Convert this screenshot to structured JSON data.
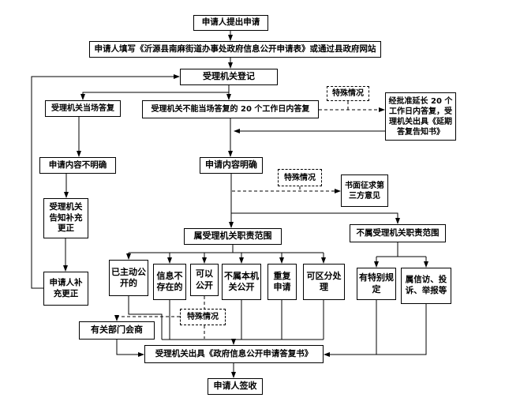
{
  "meta": {
    "background_color": "#ffffff",
    "line_color": "#000000",
    "box_border_color": "#000000"
  },
  "nodes": {
    "submit": {
      "label": "申请人提出申请"
    },
    "fill_form": {
      "label": "申请人填写《沂源县南麻街道办事处政府信息公开申请表》或通过县政府网站"
    },
    "register": {
      "label": "受理机关登记"
    },
    "onspot_reply": {
      "label": "受理机关当场答复"
    },
    "not_onspot_reply": {
      "label": "受理机关不能当场答复的 20 个工作日内答复"
    },
    "special_case_1": {
      "label": "特殊情况"
    },
    "extension": {
      "label": "经批准延长 20 个工作日内答复，受理机关出具《延期答复告知书》"
    },
    "unclear": {
      "label": "申请内容不明确"
    },
    "clear": {
      "label": "申请内容明确"
    },
    "special_case_2": {
      "label": "特殊情况"
    },
    "third_party": {
      "label": "书面征求第三方意见"
    },
    "notify_supplement": {
      "label": "受理机关告知补充更正"
    },
    "in_scope": {
      "label": "属受理机关职责范围"
    },
    "out_scope": {
      "label": "不属受理机关职责范围"
    },
    "already_public": {
      "label": "已主动公开的"
    },
    "not_exist": {
      "label": "信息不存在的"
    },
    "can_public": {
      "label": "可以公开"
    },
    "not_this_org": {
      "label": "不属本机关公开"
    },
    "repeat_request": {
      "label": "重复申请"
    },
    "divisible": {
      "label": "可区分处理"
    },
    "special_rule": {
      "label": "有特别规定"
    },
    "petition": {
      "label": "属信访、投诉、举报等"
    },
    "supplement": {
      "label": "申请人补充更正"
    },
    "special_case_3": {
      "label": "特殊情况"
    },
    "consult": {
      "label": "有关部门会商"
    },
    "reply_doc": {
      "label": "受理机关出具《政府信息公开申请答复书》"
    },
    "sign": {
      "label": "申请人签收"
    }
  }
}
